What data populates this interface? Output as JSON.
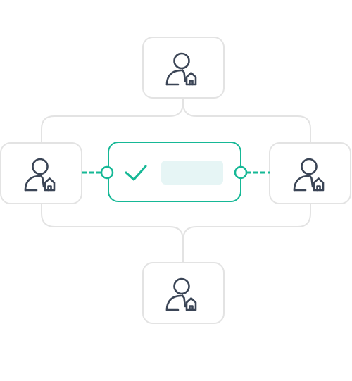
{
  "colors": {
    "background": "#ffffff",
    "connector": "#e3e3e3",
    "card_border": "#e3e3e3",
    "card_fill": "#ffffff",
    "accent": "#16b896",
    "icon_stroke": "#3b4556",
    "placeholder_fill": "#e6f5f5"
  },
  "nodes": [
    {
      "id": "top",
      "icon": "user-home-icon"
    },
    {
      "id": "left",
      "icon": "user-home-icon"
    },
    {
      "id": "right",
      "icon": "user-home-icon"
    },
    {
      "id": "bottom",
      "icon": "user-home-icon"
    }
  ],
  "center": {
    "icon": "checkmark-icon",
    "status": "verified",
    "label": ""
  }
}
